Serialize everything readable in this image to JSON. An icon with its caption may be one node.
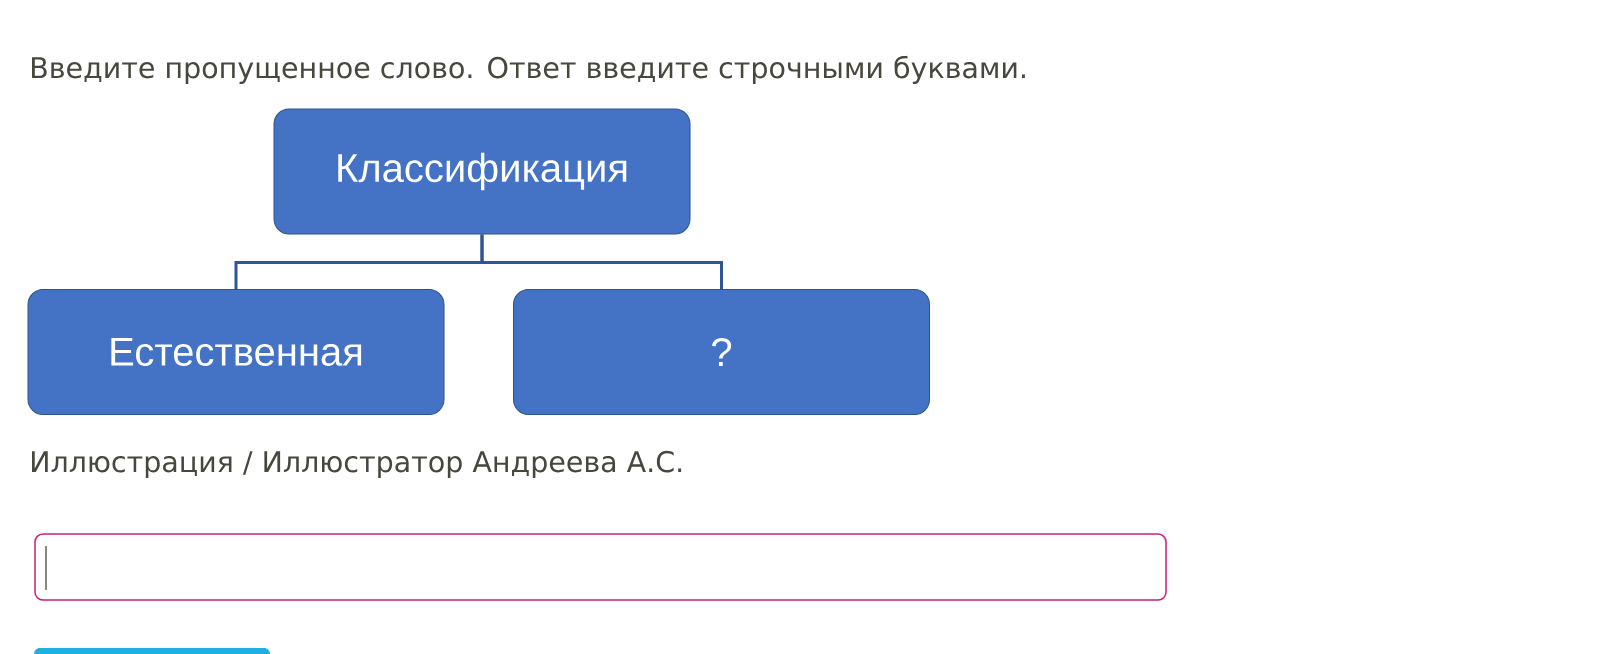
{
  "diagram": {
    "title": "Введите пропущенное слово. Ответ введите строчными буквами.",
    "caption": "Иллюстрация / Иллюстратор Андреева А.С.",
    "nodes": [
      {
        "text": [
          "Классификация"
        ]
      },
      {
        "text": [
          "Естественная"
        ]
      },
      {
        "text": [
          "?"
        ]
      }
    ],
    "edges": [
      {
        "from": 0,
        "to": 1,
        "arrow": "none"
      },
      {
        "from": 0,
        "to": 2,
        "arrow": "none"
      }
    ]
  }
}
